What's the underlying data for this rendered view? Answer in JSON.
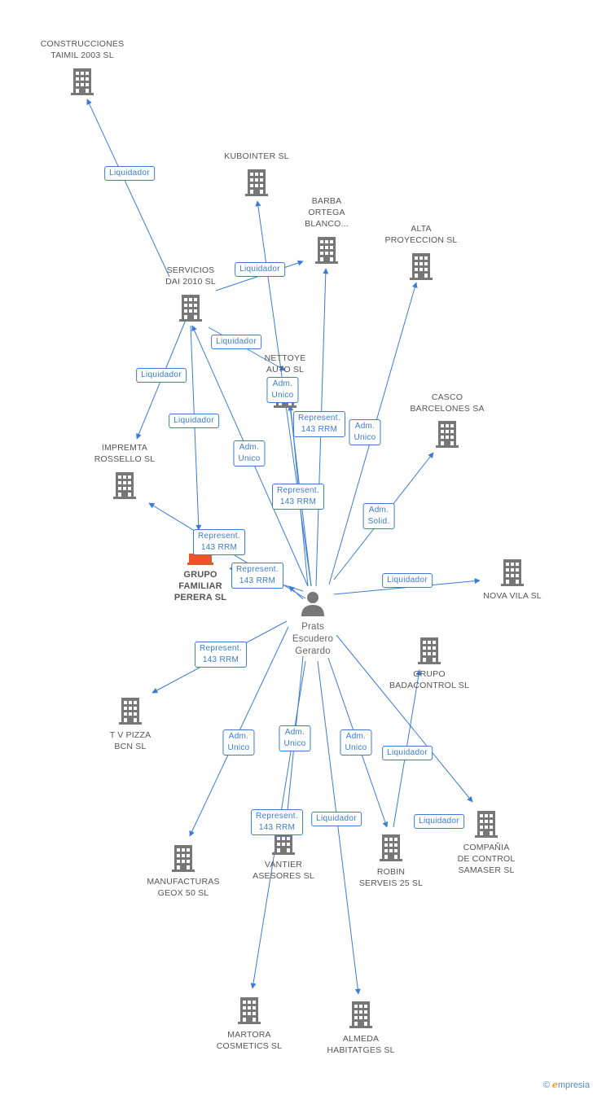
{
  "person": {
    "name": "Prats\nEscudero\nGerardo"
  },
  "nodes": [
    {
      "id": "construcciones",
      "label": "CONSTRUCCIONES\nTAIMIL 2003 SL"
    },
    {
      "id": "kubointer",
      "label": "KUBOINTER SL"
    },
    {
      "id": "barba",
      "label": "BARBA\nORTEGA\nBLANCO..."
    },
    {
      "id": "alta",
      "label": "ALTA\nPROYECCION SL"
    },
    {
      "id": "servicios",
      "label": "SERVICIOS\nDAI 2010 SL"
    },
    {
      "id": "nettoye",
      "label": "NETTOYE\nAUTO SL"
    },
    {
      "id": "casco",
      "label": "CASCO\nBARCELONES SA"
    },
    {
      "id": "impremta",
      "label": "IMPREMTA\nROSSELLO SL"
    },
    {
      "id": "grupofamiliar",
      "label": "GRUPO\nFAMILIAR\nPERERA SL"
    },
    {
      "id": "novavila",
      "label": "NOVA VILA SL"
    },
    {
      "id": "badacontrol",
      "label": "GRUPO\nBADACONTROL SL"
    },
    {
      "id": "tvpizza",
      "label": "T V PIZZA\nBCN  SL"
    },
    {
      "id": "samaser",
      "label": "COMPAÑIA\nDE CONTROL\nSAMASER SL"
    },
    {
      "id": "manufacturas",
      "label": "MANUFACTURAS\nGEOX 50 SL"
    },
    {
      "id": "vantier",
      "label": "VANTIER\nASESORES  SL"
    },
    {
      "id": "robin",
      "label": "ROBIN\nSERVEIS 25 SL"
    },
    {
      "id": "martora",
      "label": "MARTORA\nCOSMETICS SL"
    },
    {
      "id": "almeda",
      "label": "ALMEDA\nHABITATGES SL"
    }
  ],
  "edge_labels": [
    "Liquidador",
    "Liquidador",
    "Liquidador",
    "Liquidador",
    "Liquidador",
    "Adm.\nUnico",
    "Represent.\n143 RRM",
    "Adm.\nUnico",
    "Adm.\nUnico",
    "Represent.\n143 RRM",
    "Adm.\nSolid.",
    "Represent.\n143 RRM",
    "Represent.\n143 RRM",
    "Liquidador",
    "Represent.\n143 RRM",
    "Represent.\n143 RRM",
    "Represent.\n143 RRM",
    "Adm.\nUnico",
    "Adm.\nUnico",
    "Adm.\nUnico",
    "Liquidador",
    "Liquidador",
    "Represent.\n143 RRM",
    "Liquidador"
  ],
  "footer": {
    "copyright": "©",
    "brand_e": "e",
    "brand_rest": "mpresia"
  },
  "colors": {
    "edge": "#3a7bd5",
    "building": "#777777",
    "highlight": "#e8552b"
  }
}
